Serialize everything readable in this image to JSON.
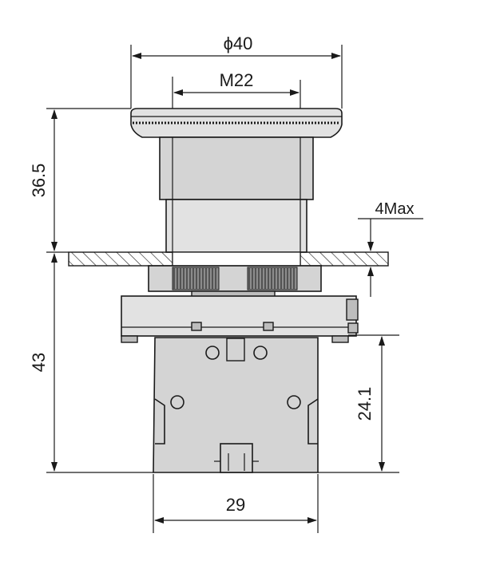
{
  "dimensions": {
    "diameter_label": "ϕ40",
    "thread_label": "M22",
    "upper_height_label": "36.5",
    "panel_thickness_label": "4Max",
    "lower_height_label": "43",
    "contact_block_height_label": "24.1",
    "width_label": "29"
  },
  "colors": {
    "line": "#1a1a1a",
    "body_fill": "#d4d4d4",
    "panel_hatch": "#1a1a1a"
  }
}
